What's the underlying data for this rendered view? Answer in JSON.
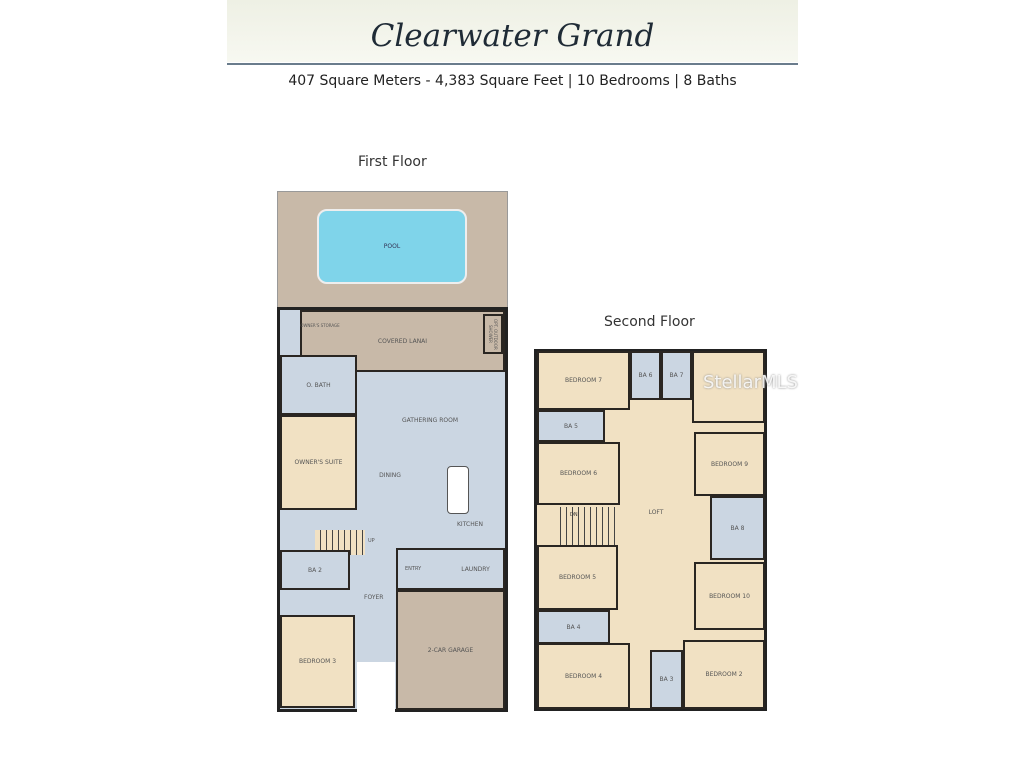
{
  "header": {
    "title": "Clearwater Grand",
    "stats": "407 Square Meters - 4,383 Square Feet  |  10 Bedrooms  |  8 Baths"
  },
  "first_floor": {
    "label": "First Floor",
    "rooms": {
      "pool": "POOL",
      "lanai": "COVERED LANAI",
      "owners_storage": "OWNER'S STORAGE",
      "outdoor_shower": "OPT. OUTDOOR SHOWER",
      "o_bath": "O. BATH",
      "gathering": "GATHERING ROOM",
      "owners_suite": "OWNER'S SUITE",
      "dining": "DINING",
      "kitchen": "KITCHEN",
      "entry": "ENTRY",
      "laundry": "LAUNDRY",
      "ba2": "BA 2",
      "foyer": "FOYER",
      "garage": "2-CAR GARAGE",
      "bedroom3": "BEDROOM 3",
      "up": "UP"
    }
  },
  "second_floor": {
    "label": "Second Floor",
    "rooms": {
      "bedroom7": "BEDROOM 7",
      "ba6": "BA 6",
      "ba7": "BA 7",
      "ba5": "BA 5",
      "bedroom6": "BEDROOM 6",
      "loft": "LOFT",
      "bedroom9": "BEDROOM 9",
      "ba8": "BA 8",
      "bedroom5": "BEDROOM 5",
      "ba4": "BA 4",
      "bedroom10": "BEDROOM 10",
      "bedroom4": "BEDROOM 4",
      "ba3": "BA 3",
      "bedroom2": "BEDROOM 2",
      "dn": "DN"
    }
  },
  "watermark": "StellarMLS",
  "colors": {
    "bedroom": "#f1e1c3",
    "bath_living": "#cbd6e2",
    "exterior": "#c8b9a8",
    "pool": "#7fd4ea"
  }
}
